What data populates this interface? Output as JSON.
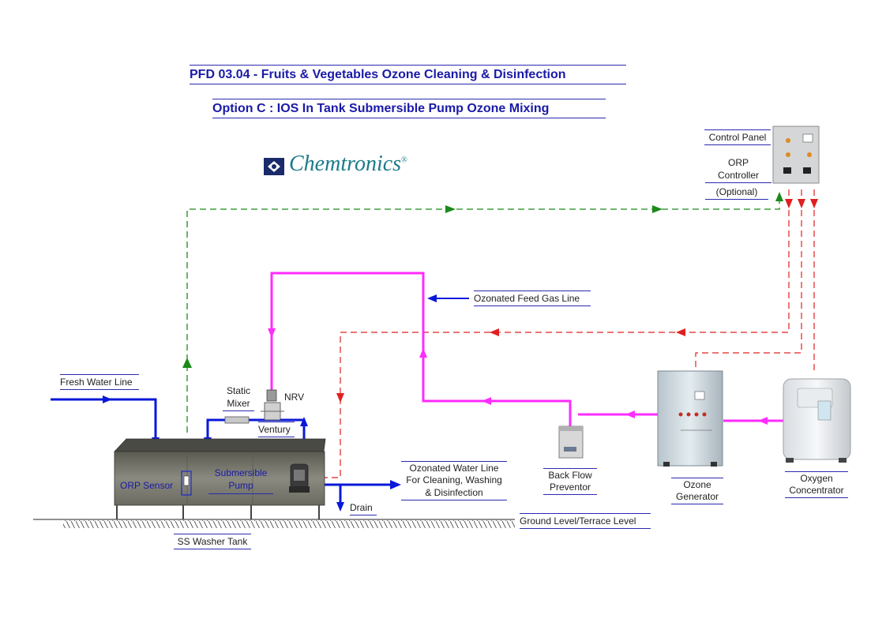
{
  "title": {
    "line1": "PFD 03.04 - Fruits & Vegetables Ozone Cleaning & Disinfection",
    "line2": "Option C : IOS In Tank Submersible Pump Ozone Mixing"
  },
  "logo": {
    "text": "Chemtronics",
    "mark": "®"
  },
  "labels": {
    "control_panel": "Control Panel",
    "orp_controller_1": "ORP",
    "orp_controller_2": "Controller",
    "optional": "(Optional)",
    "ozonated_feed_gas_line": "Ozonated Feed Gas Line",
    "fresh_water_line": "Fresh Water Line",
    "static_mixer_1": "Static",
    "static_mixer_2": "Mixer",
    "nrv": "NRV",
    "venturi": "Ventury",
    "orp_sensor": "ORP Sensor",
    "submersible_pump_1": "Submersible",
    "submersible_pump_2": "Pump",
    "ozonated_water_1": "Ozonated Water Line",
    "ozonated_water_2": "For Cleaning, Washing",
    "ozonated_water_3": "& Disinfection",
    "drain": "Drain",
    "back_flow_1": "Back Flow",
    "back_flow_2": "Preventor",
    "ozone_generator_1": "Ozone",
    "ozone_generator_2": "Generator",
    "oxygen_concentrator_1": "Oxygen",
    "oxygen_concentrator_2": "Concentrator",
    "ground_level": "Ground Level/Terrace Level",
    "ss_washer_tank": "SS Washer Tank"
  },
  "colors": {
    "title_blue": "#1a1aa8",
    "water_blue": "#0a18d8",
    "ozone_magenta": "#ff2bff",
    "signal_green": "#1a8a1a",
    "signal_red": "#e02020",
    "logo_teal": "#1b7a8a"
  }
}
